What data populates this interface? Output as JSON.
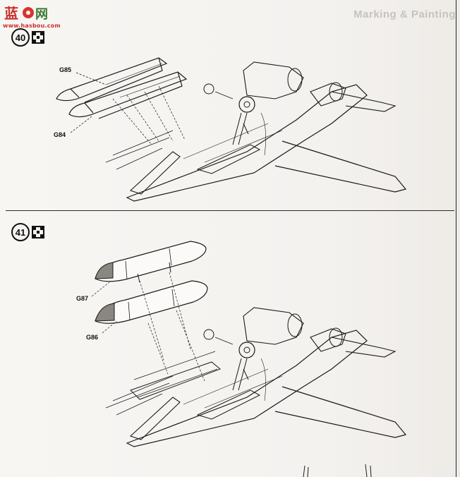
{
  "watermark": {
    "logo_text": "蓝天网",
    "url": "www.hasbou.com"
  },
  "header": {
    "bleed_text": "",
    "bleed_title": "Marking & Painting"
  },
  "steps": [
    {
      "number": "40",
      "icon": "gear-icon",
      "parts": [
        {
          "label": "G85"
        },
        {
          "label": "G84"
        }
      ]
    },
    {
      "number": "41",
      "icon": "gear-icon",
      "parts": [
        {
          "label": "G87"
        },
        {
          "label": "G86"
        }
      ]
    }
  ],
  "colors": {
    "ink": "#1a1a1a",
    "paper": "#f6f4f1",
    "tank_shade": "#8a8680",
    "watermark_red": "#c9302c"
  }
}
